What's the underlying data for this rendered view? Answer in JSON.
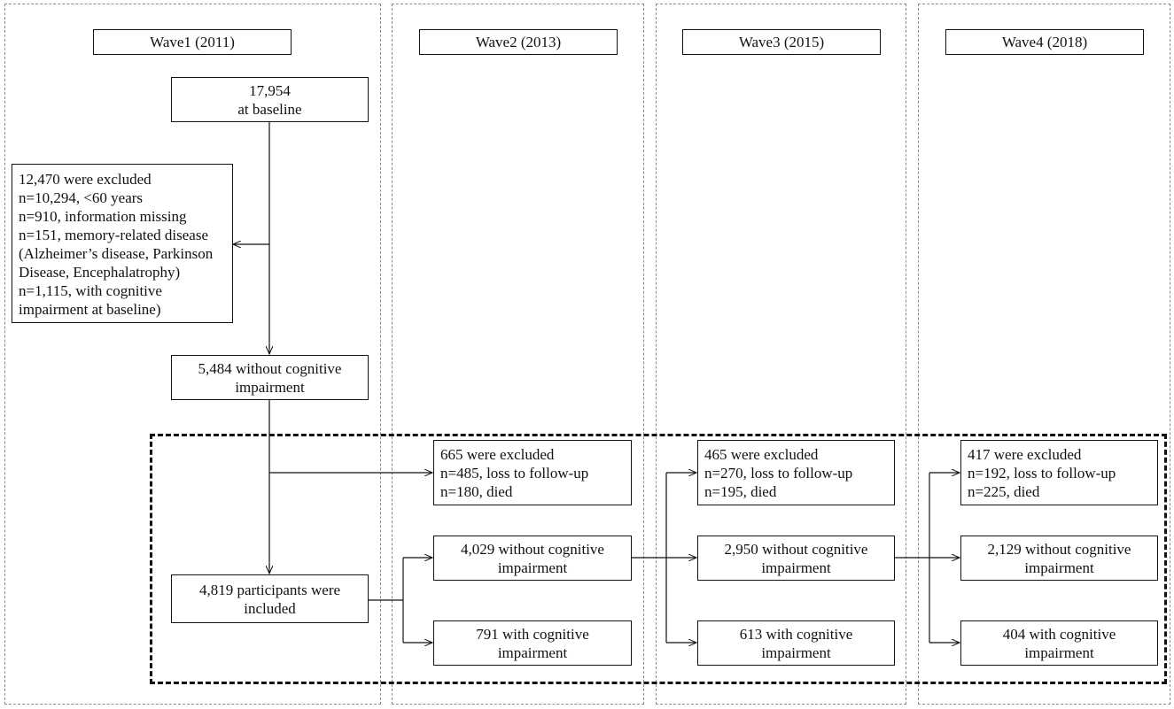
{
  "waves": [
    {
      "label": "Wave1 (2011)"
    },
    {
      "label": "Wave2 (2013)"
    },
    {
      "label": "Wave3 (2015)"
    },
    {
      "label": "Wave4 (2018)"
    }
  ],
  "wave1": {
    "baseline": [
      "17,954",
      "at baseline"
    ],
    "excluded": [
      "12,470 were excluded",
      "n=10,294, <60 years",
      "n=910, information missing",
      "n=151, memory-related disease",
      "(Alzheimer’s disease, Parkinson",
      "Disease, Encephalatrophy)",
      "n=1,115, with cognitive",
      "impairment at baseline)"
    ],
    "without_ci": [
      "5,484 without cognitive",
      "impairment"
    ],
    "included": [
      "4,819 participants were",
      "included"
    ]
  },
  "wave2": {
    "excluded": [
      "665 were excluded",
      "n=485, loss to follow-up",
      "n=180, died"
    ],
    "without_ci": [
      "4,029 without cognitive",
      "impairment"
    ],
    "with_ci": [
      "791 with cognitive",
      "impairment"
    ]
  },
  "wave3": {
    "excluded": [
      "465 were excluded",
      "n=270, loss to follow-up",
      "n=195, died"
    ],
    "without_ci": [
      "2,950 without cognitive",
      "impairment"
    ],
    "with_ci": [
      "613 with cognitive",
      "impairment"
    ]
  },
  "wave4": {
    "excluded": [
      "417 were excluded",
      "n=192, loss to follow-up",
      "n=225, died"
    ],
    "without_ci": [
      "2,129 without cognitive",
      "impairment"
    ],
    "with_ci": [
      "404 with cognitive",
      "impairment"
    ]
  }
}
